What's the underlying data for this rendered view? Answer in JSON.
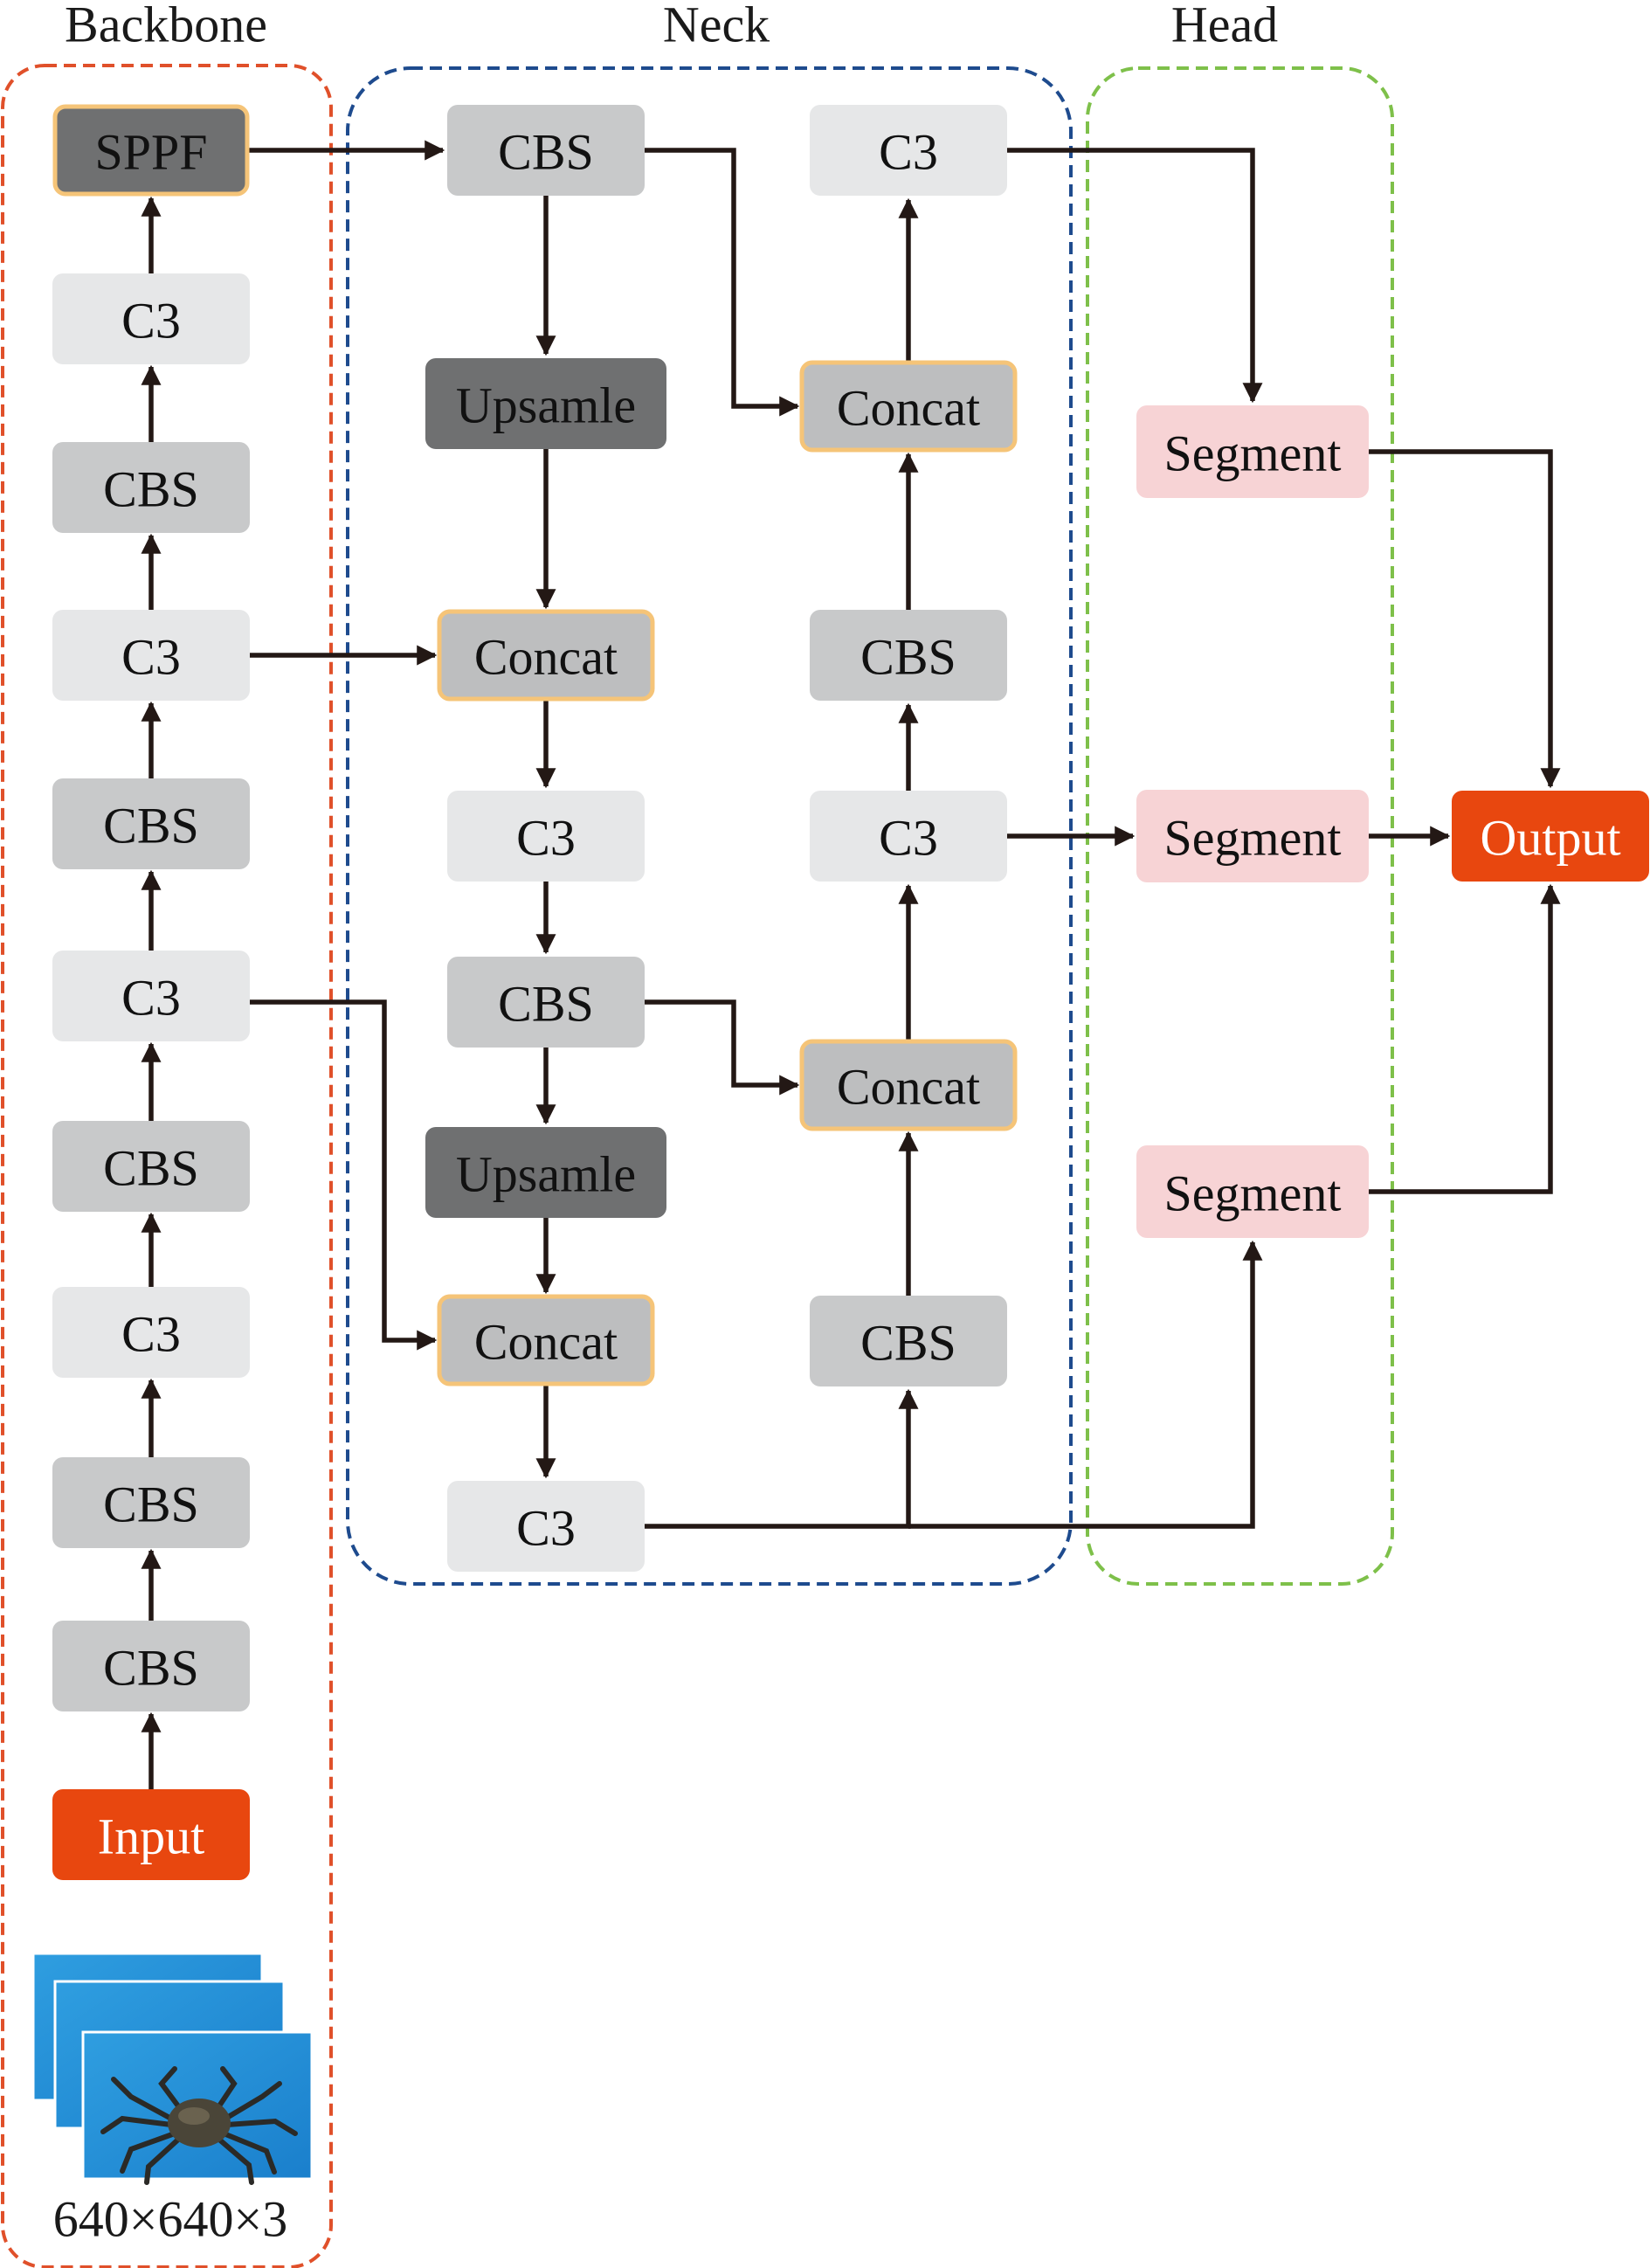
{
  "sections": {
    "backbone": "Backbone",
    "neck": "Neck",
    "head": "Head"
  },
  "input_caption": "640×640×3",
  "colors": {
    "backbone_border": "#e0502a",
    "neck_border": "#1e4b8e",
    "head_border": "#7ec04a",
    "io_fill": "#e8470f",
    "dark_fill": "#6f7071",
    "mid_fill": "#c8c9ca",
    "light_fill": "#e6e7e8",
    "concat_fill": "#bdbebf",
    "concat_border": "#f5c478",
    "segment_fill": "#f7d3d5",
    "edge": "#231815"
  },
  "nodes": [
    {
      "id": "sppf",
      "label": "SPPF",
      "kind": "dark_hl"
    },
    {
      "id": "bb_c3_4",
      "label": "C3",
      "kind": "light"
    },
    {
      "id": "bb_cbs_4",
      "label": "CBS",
      "kind": "mid"
    },
    {
      "id": "bb_c3_3",
      "label": "C3",
      "kind": "light"
    },
    {
      "id": "bb_cbs_3",
      "label": "CBS",
      "kind": "mid"
    },
    {
      "id": "bb_c3_2",
      "label": "C3",
      "kind": "light"
    },
    {
      "id": "bb_cbs_2",
      "label": "CBS",
      "kind": "mid"
    },
    {
      "id": "bb_c3_1",
      "label": "C3",
      "kind": "light"
    },
    {
      "id": "bb_cbs_1",
      "label": "CBS",
      "kind": "mid"
    },
    {
      "id": "bb_cbs_0",
      "label": "CBS",
      "kind": "mid"
    },
    {
      "id": "input",
      "label": "Input",
      "kind": "io"
    },
    {
      "id": "nk_cbs_top",
      "label": "CBS",
      "kind": "mid"
    },
    {
      "id": "nk_up_1",
      "label": "Upsamle",
      "kind": "dark"
    },
    {
      "id": "nk_concat_1",
      "label": "Concat",
      "kind": "concat"
    },
    {
      "id": "nk_c3_1",
      "label": "C3",
      "kind": "light"
    },
    {
      "id": "nk_cbs_mid",
      "label": "CBS",
      "kind": "mid"
    },
    {
      "id": "nk_up_2",
      "label": "Upsamle",
      "kind": "dark"
    },
    {
      "id": "nk_concat_2",
      "label": "Concat",
      "kind": "concat"
    },
    {
      "id": "nk_c3_2",
      "label": "C3",
      "kind": "light"
    },
    {
      "id": "nk_c3_out",
      "label": "C3",
      "kind": "light"
    },
    {
      "id": "nk_concat_4",
      "label": "Concat",
      "kind": "concat"
    },
    {
      "id": "nk_cbs_r2",
      "label": "CBS",
      "kind": "mid"
    },
    {
      "id": "nk_c3_r",
      "label": "C3",
      "kind": "light"
    },
    {
      "id": "nk_concat_3",
      "label": "Concat",
      "kind": "concat"
    },
    {
      "id": "nk_cbs_r1",
      "label": "CBS",
      "kind": "mid"
    },
    {
      "id": "seg_1",
      "label": "Segment",
      "kind": "segment"
    },
    {
      "id": "seg_2",
      "label": "Segment",
      "kind": "segment"
    },
    {
      "id": "seg_3",
      "label": "Segment",
      "kind": "segment"
    },
    {
      "id": "output",
      "label": "Output",
      "kind": "io"
    }
  ],
  "edges": [
    {
      "from": "input",
      "to": "bb_cbs_0"
    },
    {
      "from": "bb_cbs_0",
      "to": "bb_cbs_1"
    },
    {
      "from": "bb_cbs_1",
      "to": "bb_c3_1"
    },
    {
      "from": "bb_c3_1",
      "to": "bb_cbs_2"
    },
    {
      "from": "bb_cbs_2",
      "to": "bb_c3_2"
    },
    {
      "from": "bb_c3_2",
      "to": "bb_cbs_3"
    },
    {
      "from": "bb_cbs_3",
      "to": "bb_c3_3"
    },
    {
      "from": "bb_c3_3",
      "to": "bb_cbs_4"
    },
    {
      "from": "bb_cbs_4",
      "to": "bb_c3_4"
    },
    {
      "from": "bb_c3_4",
      "to": "sppf"
    },
    {
      "from": "sppf",
      "to": "nk_cbs_top"
    },
    {
      "from": "nk_cbs_top",
      "to": "nk_up_1"
    },
    {
      "from": "nk_up_1",
      "to": "nk_concat_1"
    },
    {
      "from": "bb_c3_3",
      "to": "nk_concat_1"
    },
    {
      "from": "nk_concat_1",
      "to": "nk_c3_1"
    },
    {
      "from": "nk_c3_1",
      "to": "nk_cbs_mid"
    },
    {
      "from": "nk_cbs_mid",
      "to": "nk_up_2"
    },
    {
      "from": "nk_up_2",
      "to": "nk_concat_2"
    },
    {
      "from": "bb_c3_2",
      "to": "nk_concat_2"
    },
    {
      "from": "nk_concat_2",
      "to": "nk_c3_2"
    },
    {
      "from": "nk_c3_2",
      "to": "nk_cbs_r1"
    },
    {
      "from": "nk_c3_2",
      "to": "seg_3"
    },
    {
      "from": "nk_cbs_r1",
      "to": "nk_concat_3"
    },
    {
      "from": "nk_cbs_mid",
      "to": "nk_concat_3"
    },
    {
      "from": "nk_concat_3",
      "to": "nk_c3_r"
    },
    {
      "from": "nk_c3_r",
      "to": "nk_cbs_r2"
    },
    {
      "from": "nk_c3_r",
      "to": "seg_2"
    },
    {
      "from": "nk_cbs_r2",
      "to": "nk_concat_4"
    },
    {
      "from": "nk_cbs_top",
      "to": "nk_concat_4"
    },
    {
      "from": "nk_concat_4",
      "to": "nk_c3_out"
    },
    {
      "from": "nk_c3_out",
      "to": "seg_1"
    },
    {
      "from": "seg_1",
      "to": "output"
    },
    {
      "from": "seg_2",
      "to": "output"
    },
    {
      "from": "seg_3",
      "to": "output"
    }
  ]
}
